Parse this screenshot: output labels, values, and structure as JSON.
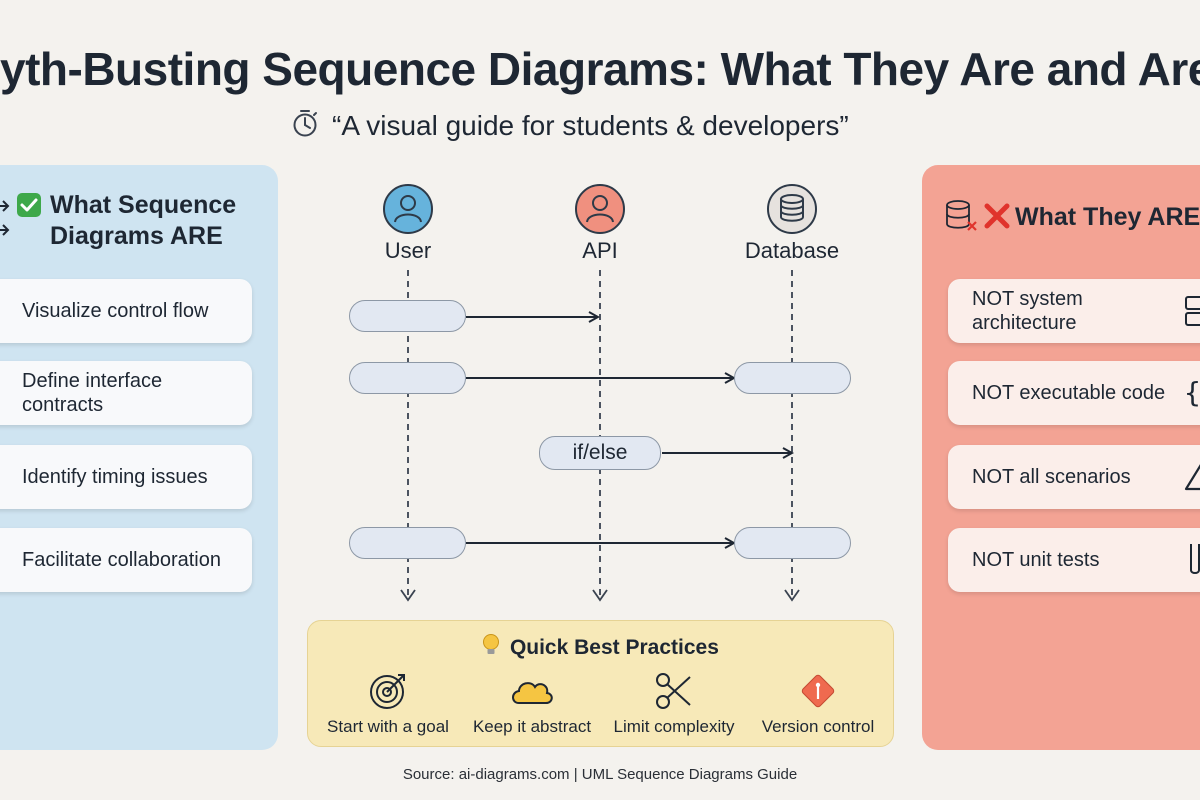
{
  "header": {
    "title": "yth-Busting Sequence Diagrams: What They Are and Aren",
    "subtitle": "“A visual guide for students & developers”"
  },
  "left_panel": {
    "heading_line1": "What Sequence",
    "heading_line2": "Diagrams ARE",
    "items": [
      {
        "label_line1": "Visualize control flow",
        "label_line2": ""
      },
      {
        "label_line1": "Define interface",
        "label_line2": "contracts"
      },
      {
        "label_line1": "Identify timing issues",
        "label_line2": ""
      },
      {
        "label_line1": "Facilitate collaboration",
        "label_line2": ""
      }
    ]
  },
  "right_panel": {
    "heading": "What They AREN",
    "items": [
      {
        "label_line1": "NOT system",
        "label_line2": "architecture"
      },
      {
        "label_line1": "NOT executable code",
        "label_line2": ""
      },
      {
        "label_line1": "NOT all scenarios",
        "label_line2": ""
      },
      {
        "label_line1": "NOT unit tests",
        "label_line2": ""
      }
    ]
  },
  "diagram": {
    "lifelines": [
      {
        "label": "User",
        "icon": "user-icon",
        "color": "#66b3dc"
      },
      {
        "label": "API",
        "icon": "api-user-icon",
        "color": "#f0907f"
      },
      {
        "label": "Database",
        "icon": "database-icon",
        "color": "#e6e2de"
      }
    ],
    "condition_label": "if/else"
  },
  "best_practices": {
    "title": "Quick Best Practices",
    "items": [
      {
        "label": "Start with a goal",
        "icon": "target-icon"
      },
      {
        "label": "Keep it abstract",
        "icon": "cloud-icon"
      },
      {
        "label": "Limit complexity",
        "icon": "scissors-icon"
      },
      {
        "label": "Version control",
        "icon": "git-icon"
      }
    ]
  },
  "footer": {
    "source": "Source: ai-diagrams.com | UML Sequence Diagrams Guide"
  },
  "colors": {
    "background": "#f4f2ee",
    "left_panel": "#cfe4f1",
    "right_panel": "#f3a394",
    "best_practices": "#f7e9b8",
    "check_green": "#3ea84a",
    "cross_red": "#e0332c"
  }
}
